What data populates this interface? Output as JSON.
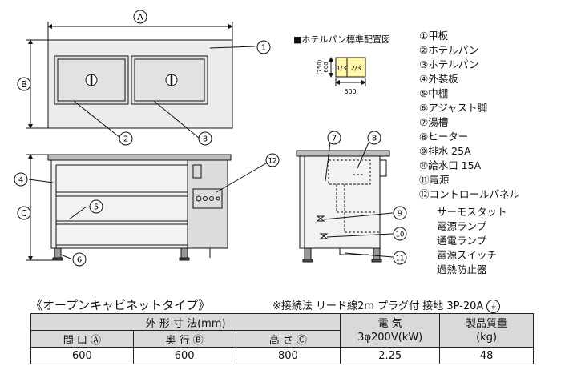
{
  "dim_labels": {
    "a": "A",
    "b": "B",
    "c": "C"
  },
  "callouts": [
    "1",
    "2",
    "3",
    "4",
    "5",
    "6",
    "7",
    "8",
    "9",
    "10",
    "11",
    "12"
  ],
  "hotel_pan": {
    "title": "■ホテルパン標準配置図",
    "cell1": "1/3",
    "cell2": "2/3",
    "depth_label": "(750)",
    "depth_value": "600",
    "width_value": "600"
  },
  "parts": [
    "①甲板",
    "②ホテルパン",
    "③ホテルパン",
    "④外装板",
    "⑤中棚",
    "⑥アジャスト脚",
    "⑦湯槽",
    "⑧ヒーター",
    "⑨排水 25A",
    "⑩給水口 15A",
    "⑪電源",
    "⑫コントロールパネル"
  ],
  "panel_items": [
    "サーモスタット",
    "電源ランプ",
    "通電ランプ",
    "電源スイッチ",
    "過熱防止器"
  ],
  "type_title": "《オープンキャビネットタイプ》",
  "connection_note": "※接続法 リード線2m プラグ付 接地 3P-20A",
  "ground_symbol": "⏚",
  "spec_table": {
    "dims_header": "外 形 寸 法(mm)",
    "elec_header_1": "電  気",
    "elec_header_2": "3φ200V(kW)",
    "weight_header_1": "製品質量",
    "weight_header_2": "(kg)",
    "col_width": "間 口 Ⓐ",
    "col_depth": "奥 行 Ⓑ",
    "col_height": "高 さ Ⓒ",
    "width_value": "600",
    "depth_value": "600",
    "height_value": "800",
    "power_value": "2.25",
    "weight_value": "48"
  }
}
